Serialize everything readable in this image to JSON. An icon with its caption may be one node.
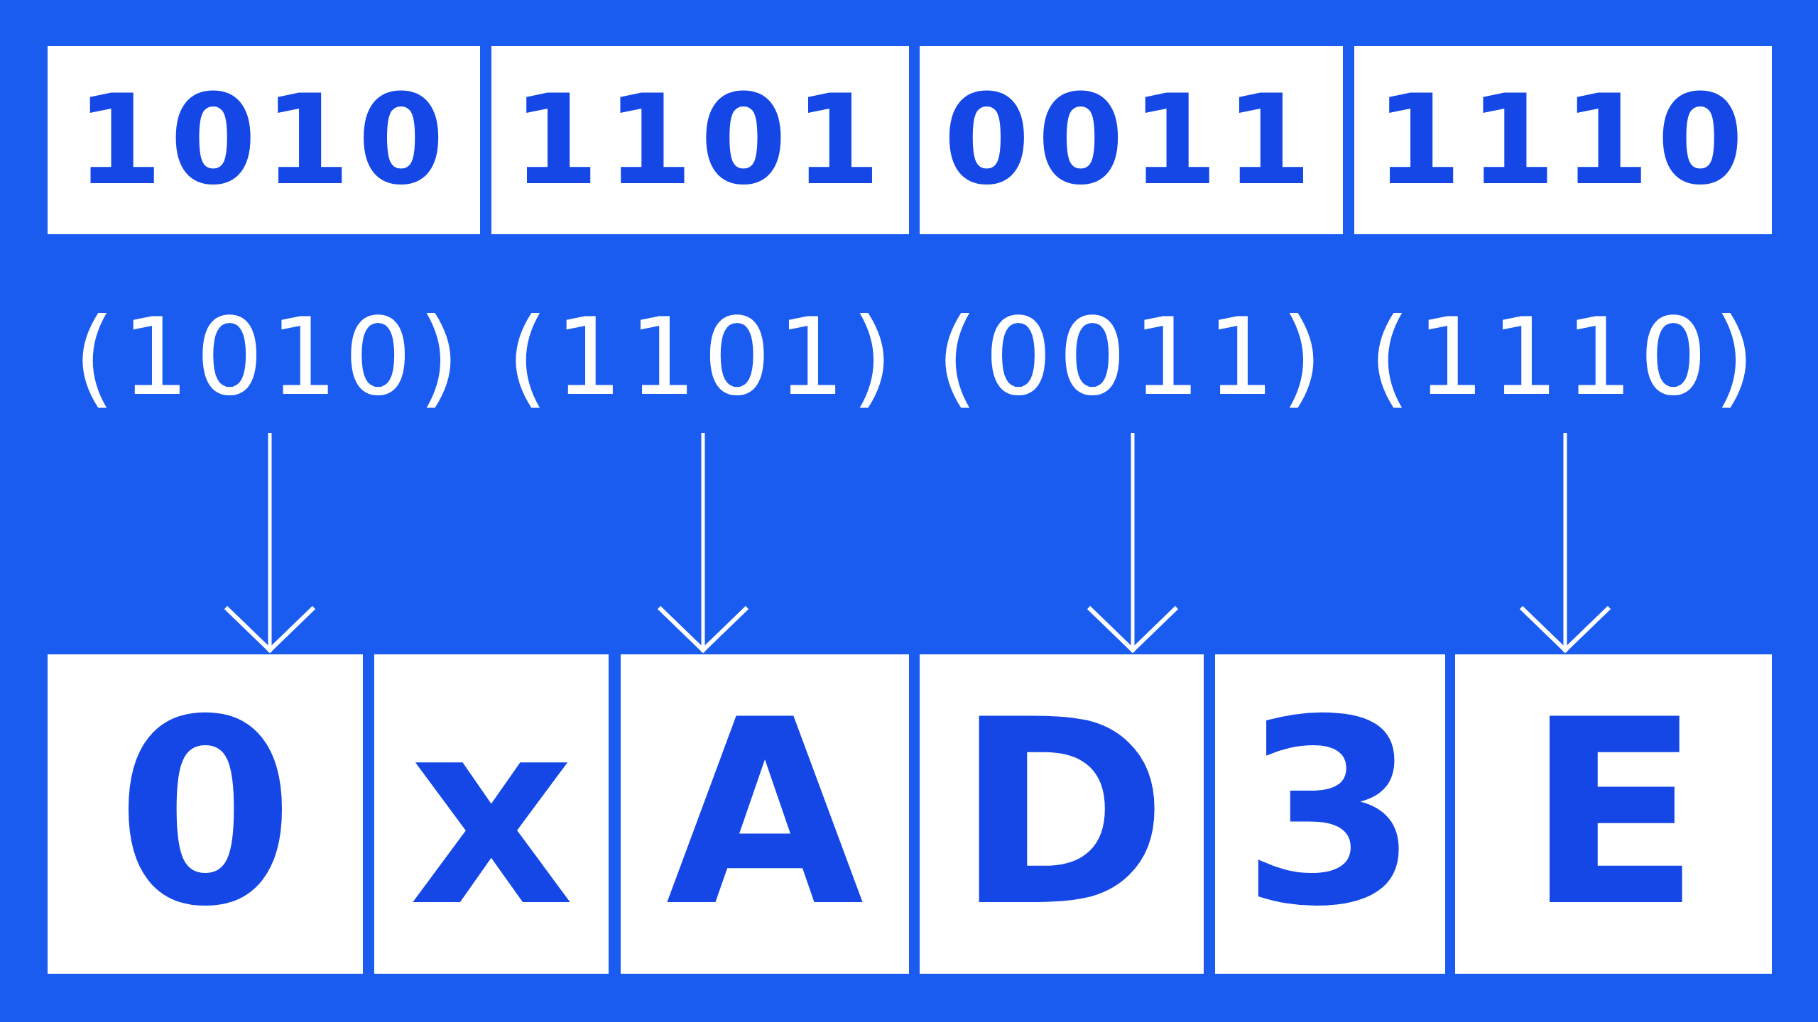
{
  "diagram": {
    "nodes": [
      {
        "text": [
          "1010"
        ]
      },
      {
        "text": [
          "1101"
        ]
      },
      {
        "text": [
          "0011"
        ]
      },
      {
        "text": [
          "1110"
        ]
      },
      {
        "text": [
          "(1010)"
        ]
      },
      {
        "text": [
          "(1101)"
        ]
      },
      {
        "text": [
          "(0011)"
        ]
      },
      {
        "text": [
          "(1110)"
        ]
      },
      {
        "text": [
          "0"
        ]
      },
      {
        "text": [
          "x"
        ]
      },
      {
        "text": [
          "A"
        ]
      },
      {
        "text": [
          "D"
        ]
      },
      {
        "text": [
          "3"
        ]
      },
      {
        "text": [
          "E"
        ]
      }
    ],
    "edges": [
      {
        "from": 4,
        "to": 8,
        "arrow": "to"
      },
      {
        "from": 5,
        "to": 10,
        "arrow": "to"
      },
      {
        "from": 6,
        "to": 11,
        "arrow": "to"
      },
      {
        "from": 7,
        "to": 13,
        "arrow": "to"
      }
    ]
  }
}
